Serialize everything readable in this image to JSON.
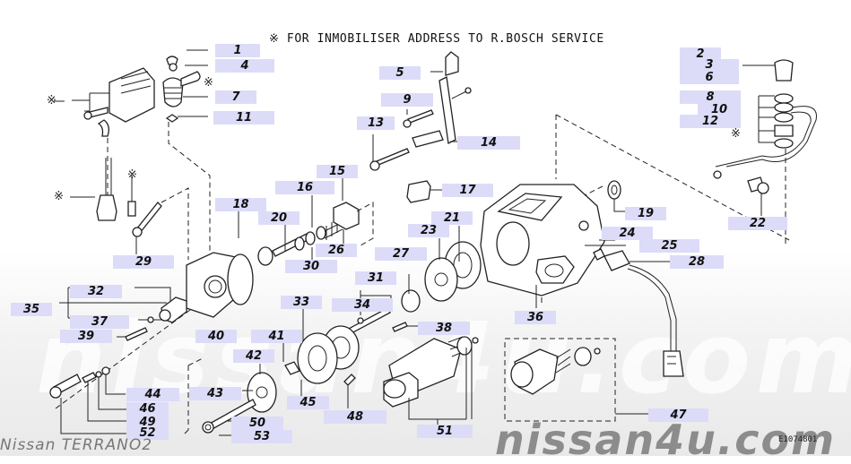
{
  "diagram": {
    "note": "※ FOR INMOBILISER ADDRESS TO R.BOSCH SERVICE",
    "model": "Nissan TERRANO2",
    "watermark": "nissan4u.com",
    "code": "E1074801",
    "asterisk_symbol": "※",
    "label_color": "#dcdcf8",
    "labels": [
      {
        "id": "1",
        "text": "1"
      },
      {
        "id": "4",
        "text": "4"
      },
      {
        "id": "7",
        "text": "7"
      },
      {
        "id": "11",
        "text": "11"
      },
      {
        "id": "5",
        "text": "5"
      },
      {
        "id": "9",
        "text": "9"
      },
      {
        "id": "13",
        "text": "13"
      },
      {
        "id": "14",
        "text": "14"
      },
      {
        "id": "2",
        "text": "2"
      },
      {
        "id": "3-6",
        "text": "3\n6"
      },
      {
        "id": "8",
        "text": "8"
      },
      {
        "id": "10",
        "text": "10"
      },
      {
        "id": "12",
        "text": "12"
      },
      {
        "id": "17",
        "text": "17"
      },
      {
        "id": "15",
        "text": "15"
      },
      {
        "id": "16",
        "text": "16"
      },
      {
        "id": "18",
        "text": "18"
      },
      {
        "id": "20",
        "text": "20"
      },
      {
        "id": "26",
        "text": "26"
      },
      {
        "id": "30",
        "text": "30"
      },
      {
        "id": "29",
        "text": "29"
      },
      {
        "id": "19",
        "text": "19"
      },
      {
        "id": "22",
        "text": "22"
      },
      {
        "id": "21",
        "text": "21"
      },
      {
        "id": "23",
        "text": "23"
      },
      {
        "id": "24",
        "text": "24"
      },
      {
        "id": "25",
        "text": "25"
      },
      {
        "id": "28",
        "text": "28"
      },
      {
        "id": "27",
        "text": "27"
      },
      {
        "id": "31",
        "text": "31"
      },
      {
        "id": "34",
        "text": "34"
      },
      {
        "id": "33",
        "text": "33"
      },
      {
        "id": "32",
        "text": "32"
      },
      {
        "id": "35",
        "text": "35"
      },
      {
        "id": "37",
        "text": "37"
      },
      {
        "id": "39",
        "text": "39"
      },
      {
        "id": "40",
        "text": "40"
      },
      {
        "id": "36",
        "text": "36"
      },
      {
        "id": "38",
        "text": "38"
      },
      {
        "id": "41",
        "text": "41"
      },
      {
        "id": "42",
        "text": "42"
      },
      {
        "id": "43",
        "text": "43"
      },
      {
        "id": "45",
        "text": "45"
      },
      {
        "id": "48",
        "text": "48"
      },
      {
        "id": "44",
        "text": "44"
      },
      {
        "id": "46",
        "text": "46"
      },
      {
        "id": "49",
        "text": "49"
      },
      {
        "id": "52",
        "text": "52"
      },
      {
        "id": "50",
        "text": "50"
      },
      {
        "id": "53",
        "text": "53"
      },
      {
        "id": "51",
        "text": "51"
      },
      {
        "id": "47",
        "text": "47"
      }
    ]
  }
}
